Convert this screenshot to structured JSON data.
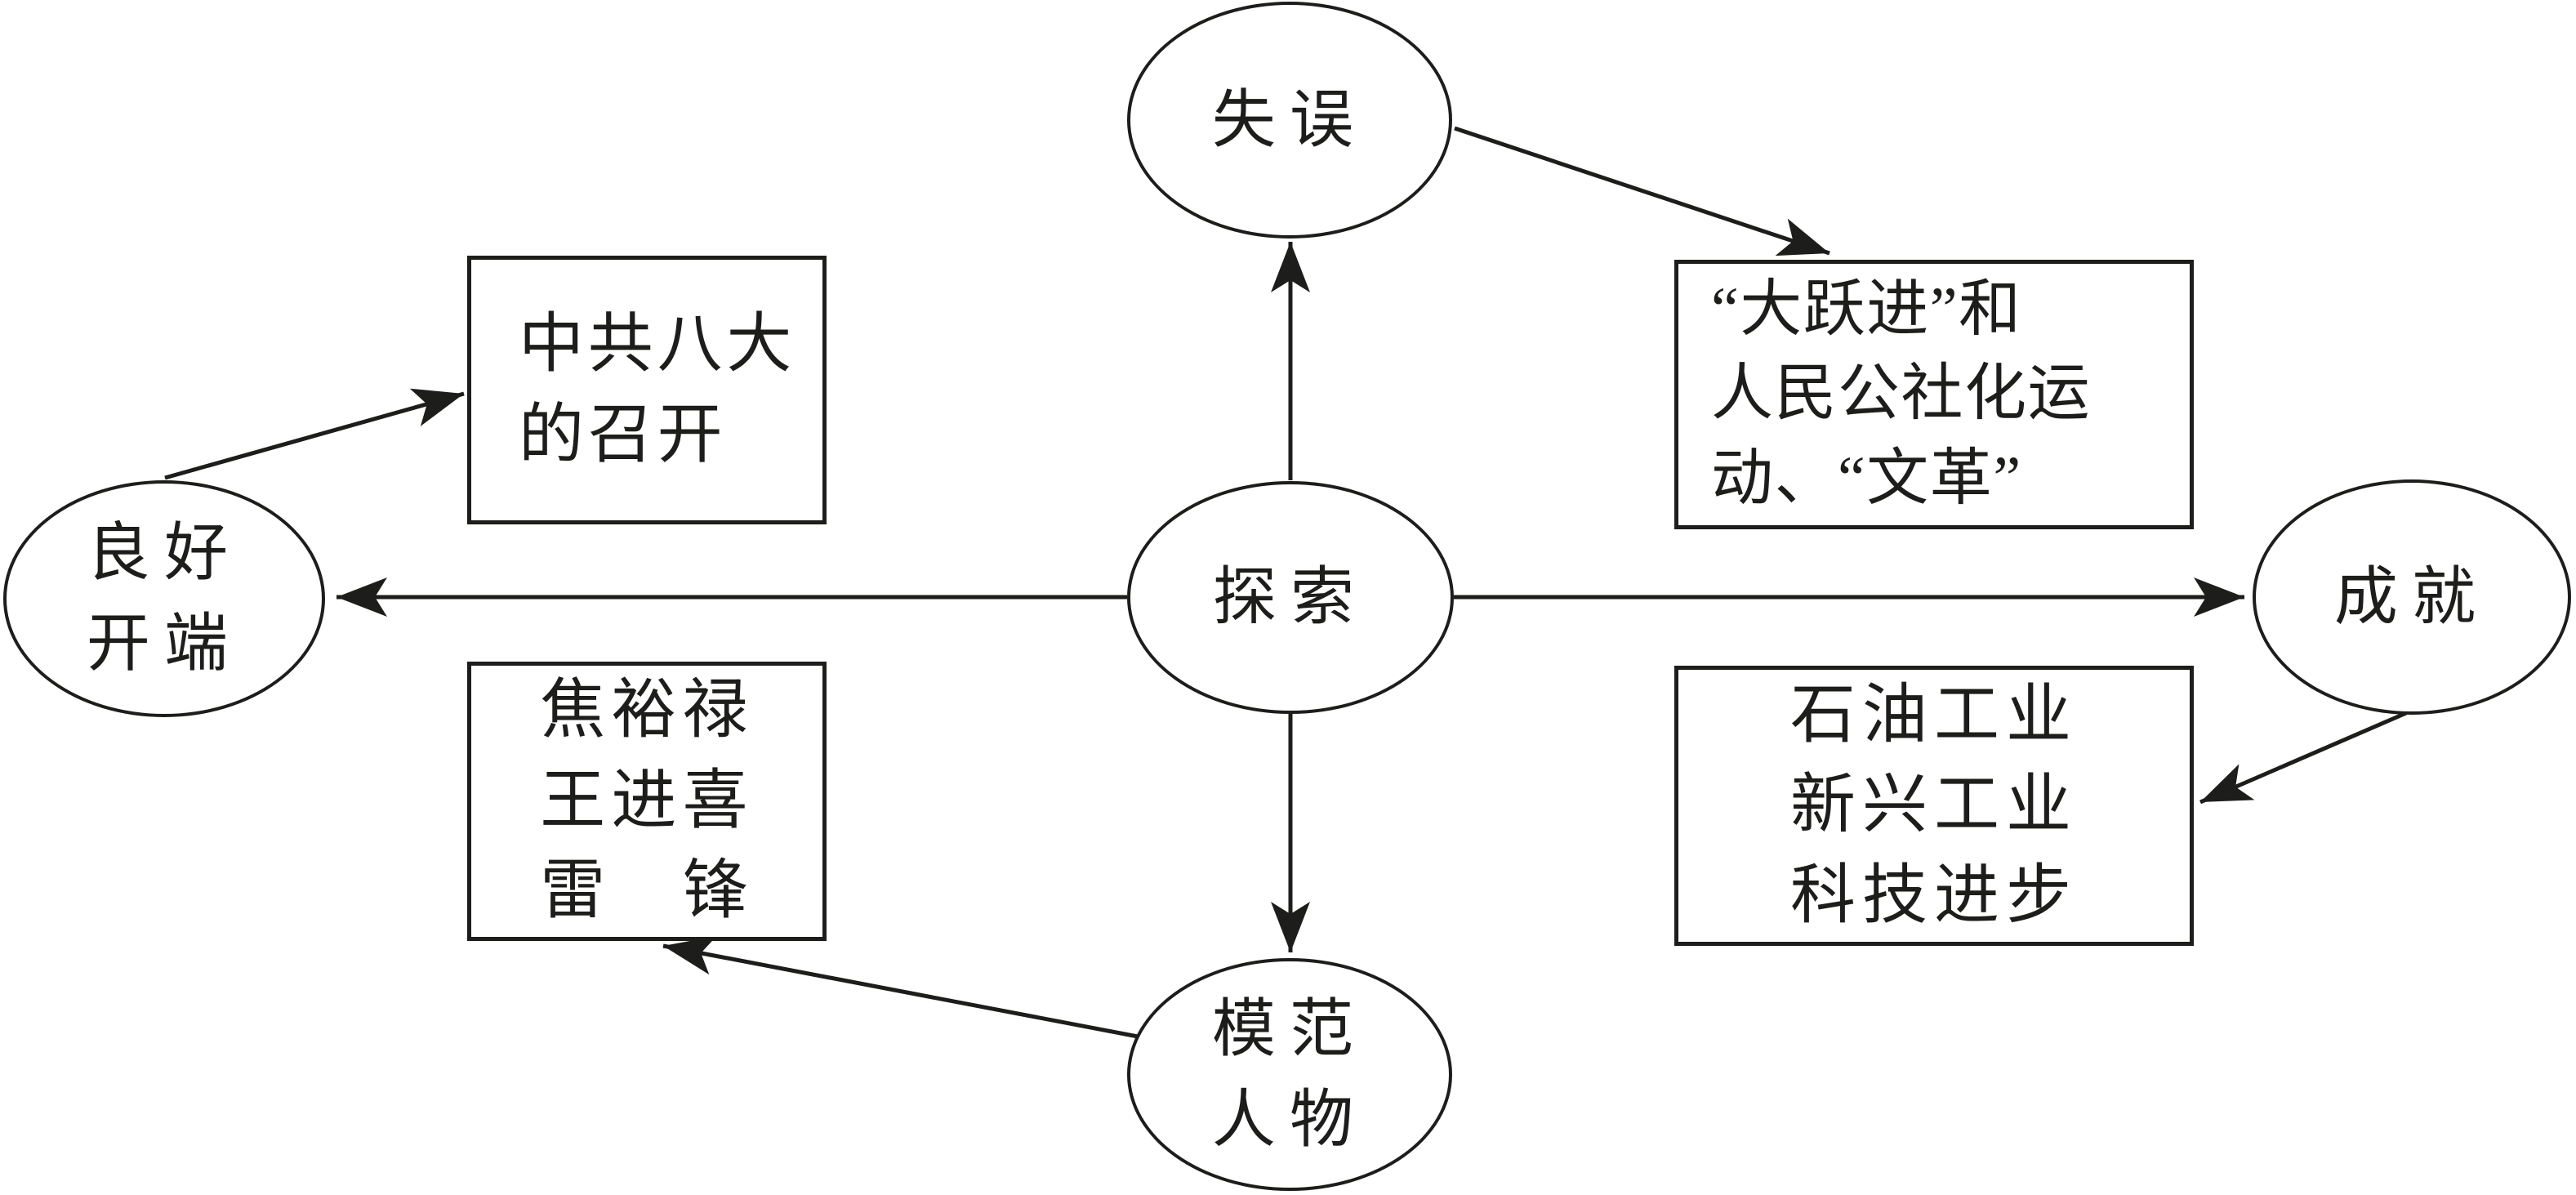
{
  "colors": {
    "ink": "#1d1d1b",
    "background": "#ffffff"
  },
  "nodes": {
    "explore": {
      "label": "探索"
    },
    "mistakes": {
      "label": "失误"
    },
    "good_start": {
      "lines": [
        "良好",
        "开端"
      ]
    },
    "achievements": {
      "label": "成就"
    },
    "model_figures": {
      "lines": [
        "模范",
        "人物"
      ]
    },
    "box_congress": {
      "lines": [
        "中共八大",
        "的召开"
      ]
    },
    "box_leap": {
      "lines": [
        "“大跃进”和",
        "人民公社化运",
        "动、“文革”"
      ]
    },
    "box_models": {
      "lines": [
        "焦裕禄",
        "王进喜",
        "雷　锋"
      ]
    },
    "box_achv_items": {
      "lines": [
        "石油工业",
        "新兴工业",
        "科技进步"
      ]
    }
  },
  "edges": [
    {
      "from": "explore",
      "to": "mistakes"
    },
    {
      "from": "explore",
      "to": "good_start"
    },
    {
      "from": "explore",
      "to": "achievements"
    },
    {
      "from": "explore",
      "to": "model_figures"
    },
    {
      "from": "mistakes",
      "to": "box_leap"
    },
    {
      "from": "good_start",
      "to": "box_congress"
    },
    {
      "from": "achievements",
      "to": "box_achv_items"
    },
    {
      "from": "model_figures",
      "to": "box_models"
    }
  ]
}
